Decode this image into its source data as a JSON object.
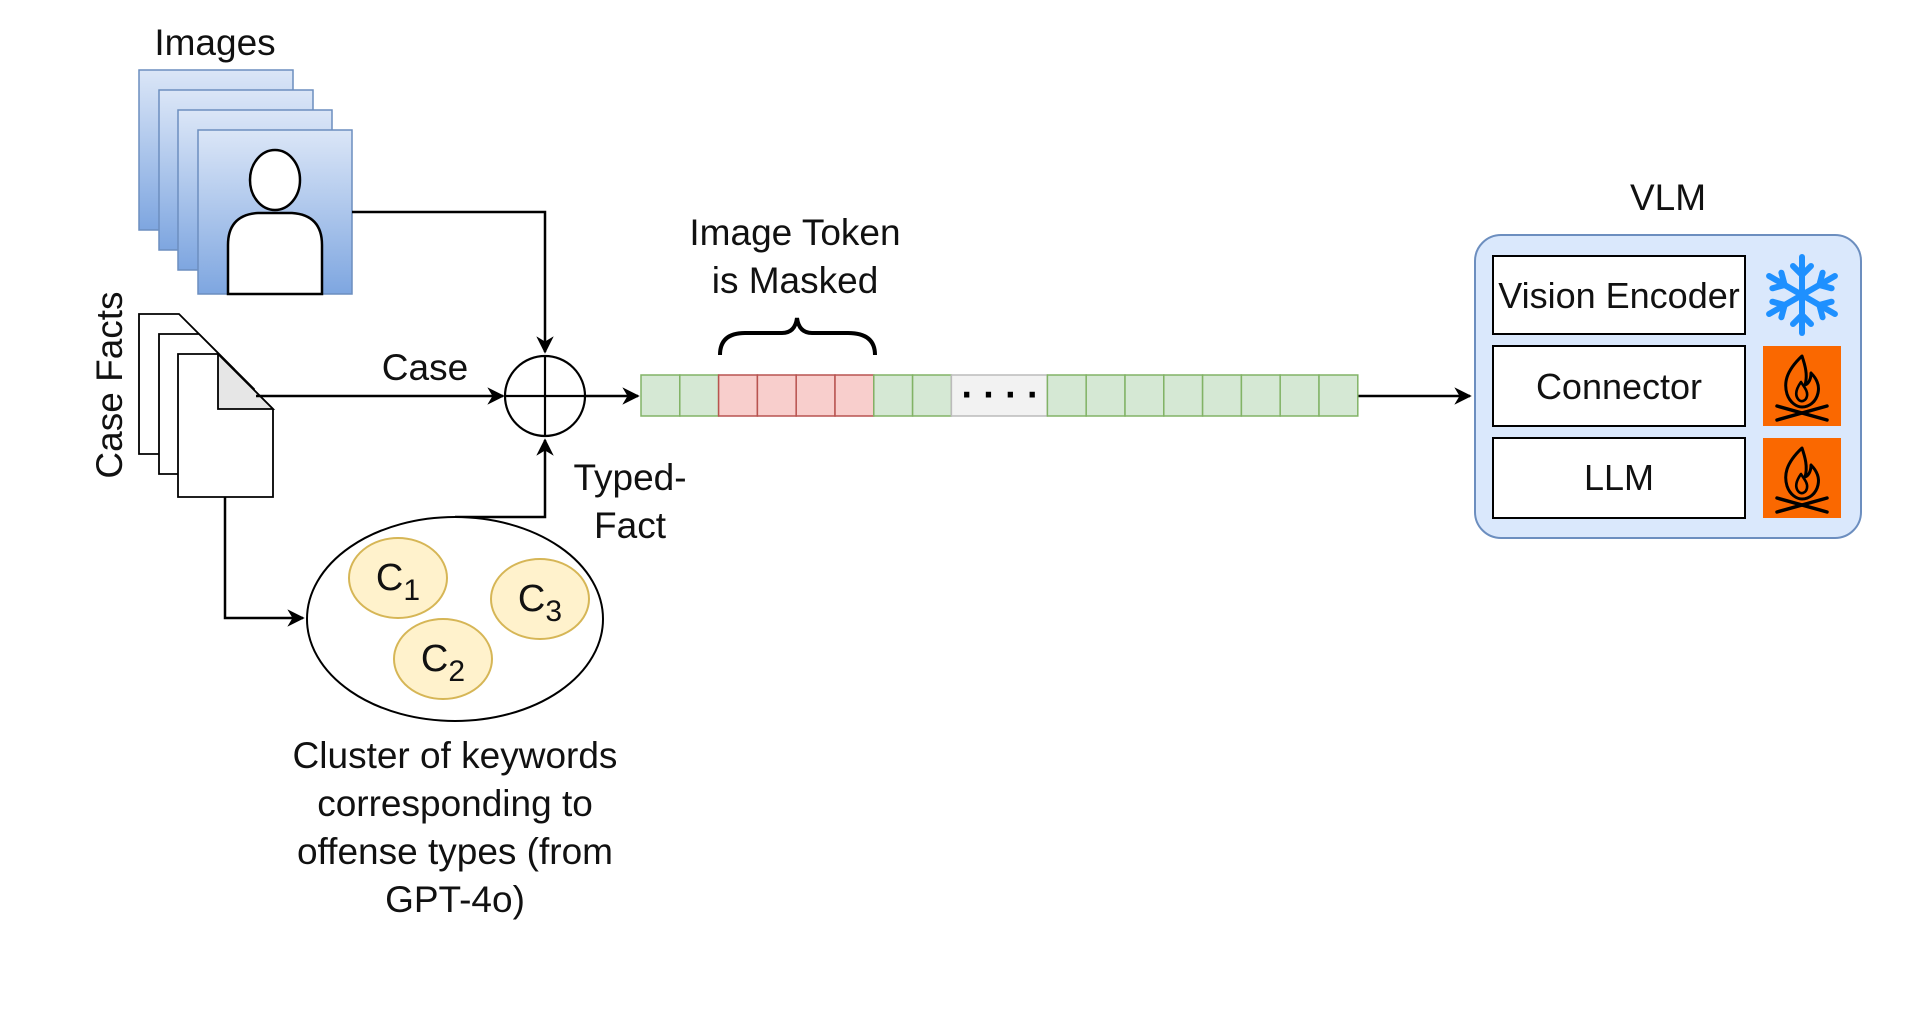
{
  "labels": {
    "images": "Images",
    "case_facts": "Case Facts",
    "case": "Case",
    "typed_fact_line1": "Typed-",
    "typed_fact_line2": "Fact",
    "image_token_line1": "Image Token",
    "image_token_line2": "is Masked",
    "cluster_line1": "Cluster of keywords",
    "cluster_line2": "corresponding to",
    "cluster_line3": "offense types (from",
    "cluster_line4": "GPT-4o)",
    "vlm": "VLM"
  },
  "clusters": [
    {
      "letter": "C",
      "sub": "1"
    },
    {
      "letter": "C",
      "sub": "2"
    },
    {
      "letter": "C",
      "sub": "3"
    }
  ],
  "token_sequence": {
    "segments": [
      "green",
      "green",
      "red",
      "red",
      "red",
      "red",
      "green",
      "green",
      "ellipsis",
      "green",
      "green",
      "green",
      "green",
      "green",
      "green",
      "green",
      "green"
    ],
    "ellipsis_text": "· · · ·"
  },
  "vlm_modules": [
    {
      "label": "Vision Encoder",
      "status": "frozen",
      "icon": "snowflake-icon"
    },
    {
      "label": "Connector",
      "status": "trainable",
      "icon": "fire-icon"
    },
    {
      "label": "LLM",
      "status": "trainable",
      "icon": "fire-icon"
    }
  ],
  "colors": {
    "token_green": "#d5e8d4",
    "token_green_border": "#82b366",
    "token_red": "#f8cecc",
    "token_red_border": "#b85450",
    "cluster_fill": "#fff2cc",
    "cluster_border": "#d6b656",
    "vlm_fill": "#dae8fc",
    "vlm_border": "#6c8ebf",
    "fire_bg": "#fa6800",
    "snowflake": "#1e90ff"
  }
}
